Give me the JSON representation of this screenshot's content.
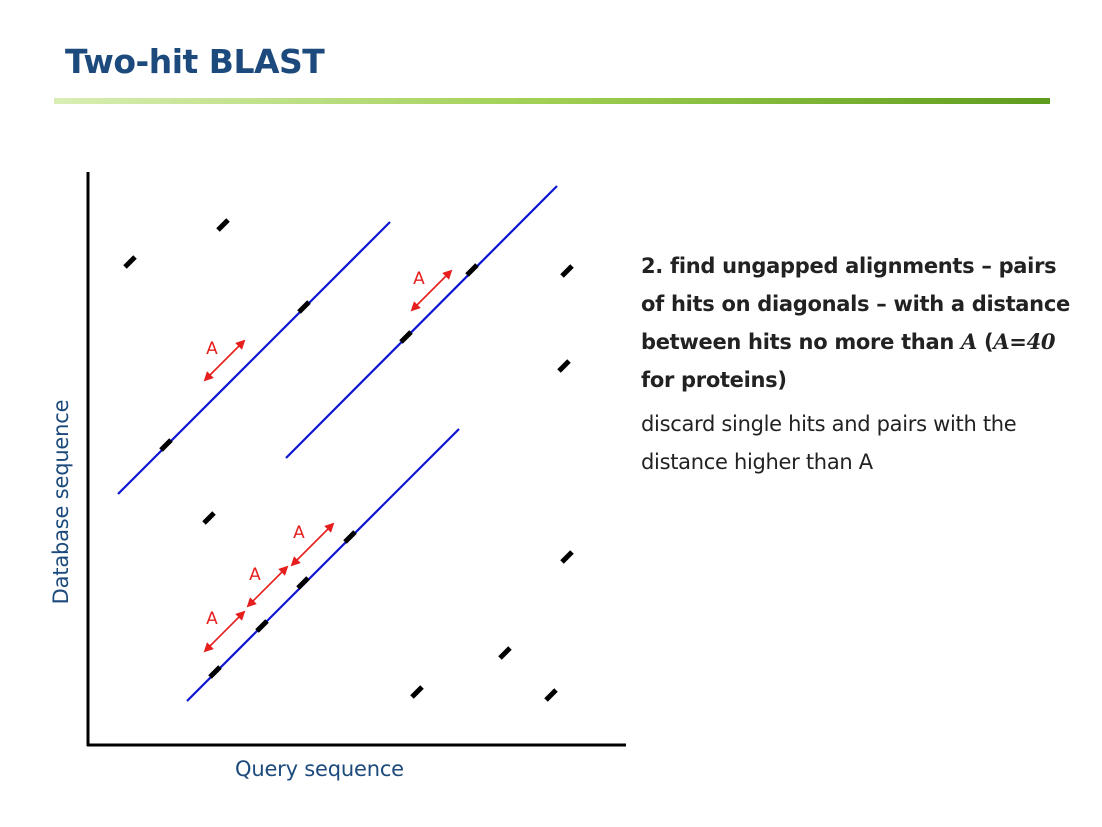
{
  "slide": {
    "title": "Two-hit BLAST"
  },
  "diagram": {
    "x_axis_label": "Query sequence",
    "y_axis_label": "Database sequence",
    "distance_label": "A",
    "colors": {
      "diagonal": "#0a14d2",
      "distance_arrow": "#e61e1e",
      "hit": "#000000",
      "axis": "#000000",
      "label": "#1c4a7c",
      "title_rule_start": "#d9eeb4",
      "title_rule_end": "#5e9c1d"
    }
  },
  "text": {
    "step_part1": "2. find ungapped alignments – pairs of hits on diagonals – with a distance between hits no more than ",
    "step_var": "A",
    "step_open": " (",
    "step_param": "A=40",
    "step_part2": " for proteins)",
    "note_part1": "discard single hits and pairs with the distance higher than ",
    "note_var": "A"
  }
}
